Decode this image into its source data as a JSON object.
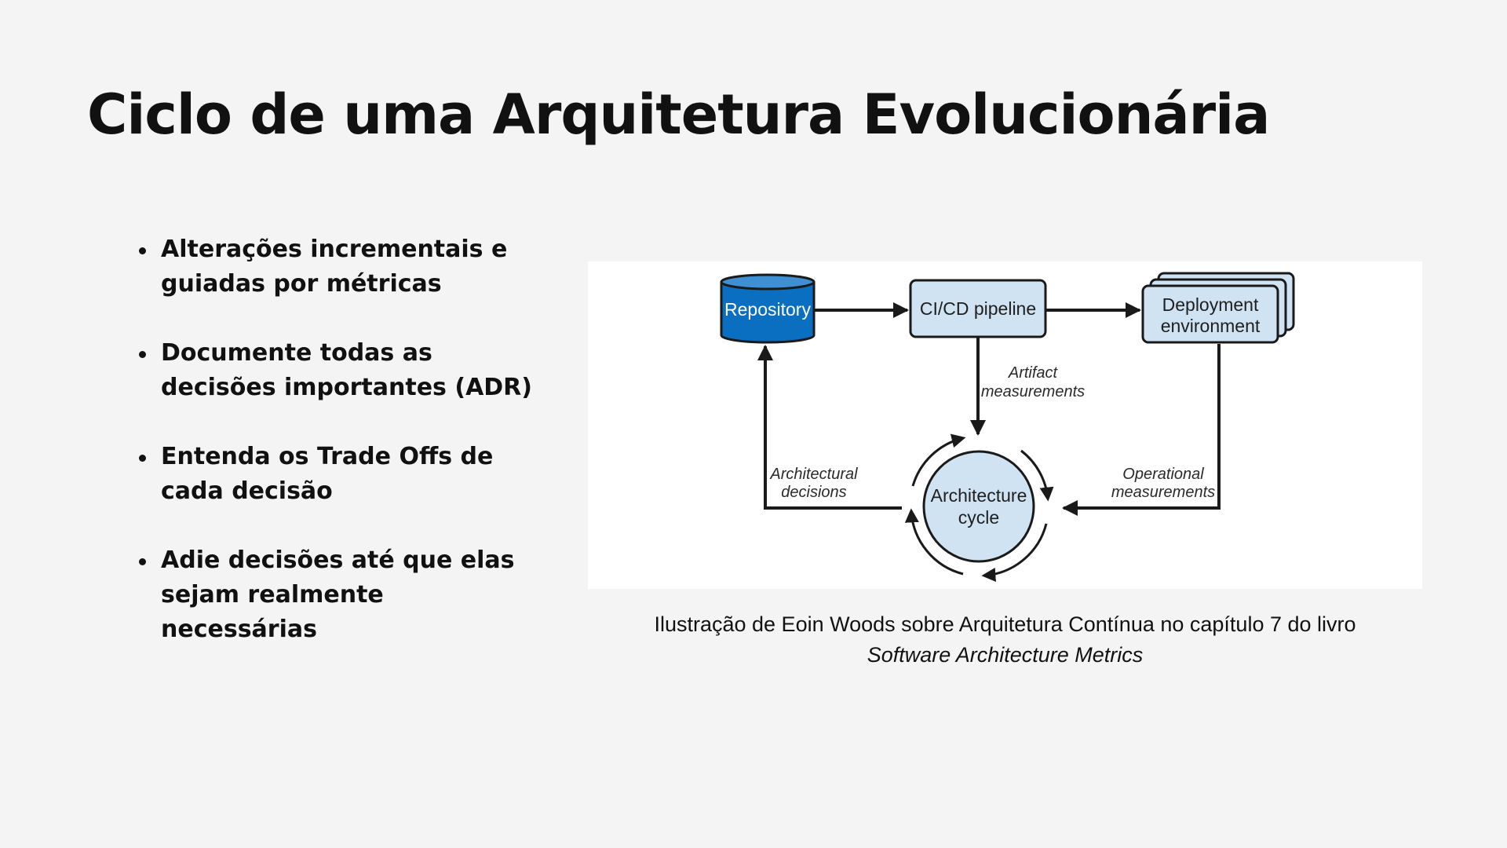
{
  "slide": {
    "title": "Ciclo de uma Arquitetura Evolucionária",
    "bullets": [
      "Alterações incrementais e guiadas por métricas",
      "Documente todas as decisões importantes (ADR)",
      "Entenda os Trade Offs de cada decisão",
      "Adie decisões até que elas sejam realmente necessárias"
    ]
  },
  "diagram": {
    "nodes": {
      "repository": "Repository",
      "pipeline": "CI/CD pipeline",
      "deployment_line1": "Deployment",
      "deployment_line2": "environment",
      "cycle_line1": "Architecture",
      "cycle_line2": "cycle"
    },
    "edges": {
      "artifact_line1": "Artifact",
      "artifact_line2": "measurements",
      "architectural_line1": "Architectural",
      "architectural_line2": "decisions",
      "operational_line1": "Operational",
      "operational_line2": "measurements"
    },
    "colors": {
      "repository_fill": "#0a6ec1",
      "node_fill": "#cfe3f2",
      "stroke": "#1a1a1a"
    }
  },
  "caption": {
    "text": "Ilustração de Eoin Woods sobre Arquitetura Contínua no capítulo 7 do livro",
    "book": "Software Architecture Metrics"
  }
}
